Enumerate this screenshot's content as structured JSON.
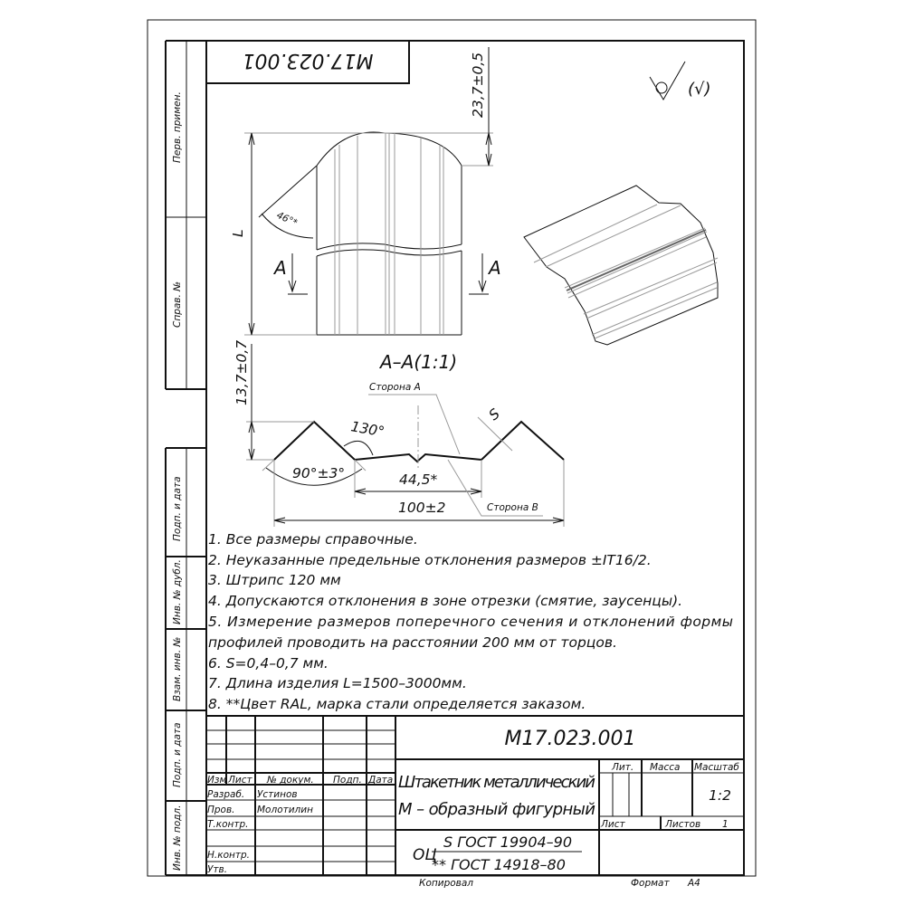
{
  "stamp_code": "M17.023.001",
  "roughness_symbol": "(√)",
  "side_strip": {
    "perv_primen": "Перв. примен.",
    "sprav_no": "Справ. №",
    "podp_data_1": "Подп. и дата",
    "inv_dubl": "Инв. № дубл.",
    "vzam_inv": "Взам. инв. №",
    "podp_data_2": "Подп. и дата",
    "inv_podl": "Инв. № подл."
  },
  "view": {
    "dim_length": "L",
    "dim_top": "23,7±0,5",
    "angle": "46°*",
    "section_mark": "A"
  },
  "section": {
    "title": "A–A(1:1)",
    "height": "13,7±0,7",
    "angle_130": "130°",
    "angle_90": "90°±3°",
    "width_445": "44,5*",
    "width_100": "100±2",
    "side_a": "Сторона А",
    "side_b": "Сторона В",
    "thickness": "S"
  },
  "notes": [
    "1.  Все размеры справочные.",
    "2.  Неуказанные предельные отклонения размеров ±IT16/2.",
    "3.  Штрипс 120 мм",
    "4.  Допускаются отклонения в зоне отрезки (смятие, заусенцы).",
    "5.  Измерение  размеров  поперечного  сечения  и  отклонений  формы",
    "профилей проводить на расстоянии 200 мм от торцов.",
    "6.  S=0,4–0,7 мм.",
    "7.  Длина изделия  L=1500–3000мм.",
    "8.   **Цвет RAL, марка стали определяется заказом."
  ],
  "title_block": {
    "code": "M17.023.001",
    "name_line1": "Штакетник металлический",
    "name_line2": "М – образный фигурный",
    "headers": {
      "izm": "Изм",
      "list": "Лист",
      "doc_no": "№ докум.",
      "podp": "Подп.",
      "data": "Дата"
    },
    "roles": {
      "razrab": "Разраб.",
      "prov": "Пров.",
      "tkontr": "Т.контр.",
      "nkontr": "Н.контр.",
      "utv": "Утв."
    },
    "names": {
      "razrab": "Устинов",
      "prov": "Молотилин"
    },
    "lit": "Лит.",
    "massa": "Масса",
    "masshtab": "Масштаб",
    "scale": "1:2",
    "sheet": "Лист",
    "sheets": "Листов",
    "sheets_count": "1",
    "material_prefix": "ОЦ",
    "material_top": "S ГОСТ 19904–90",
    "material_bottom": "** ГОСТ 14918–80",
    "copied": "Копировал",
    "format_label": "Формат",
    "format": "А4"
  }
}
